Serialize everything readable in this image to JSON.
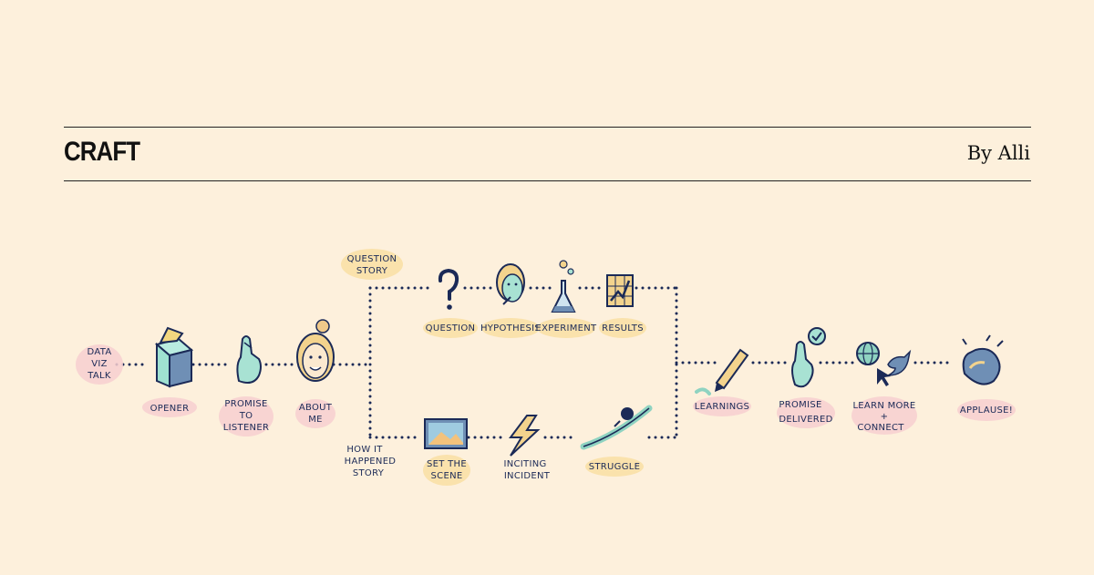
{
  "header": {
    "section_title": "CRAFT",
    "byline": "By Alli"
  },
  "diagram": {
    "start_label": [
      "DATA",
      "VIZ",
      "TALK"
    ],
    "intro_steps": [
      {
        "lines": [
          "OPENER"
        ],
        "icon": "box-icon"
      },
      {
        "lines": [
          "PROMISE",
          "TO",
          "LISTENER"
        ],
        "icon": "crossed-fingers-hand-icon"
      },
      {
        "lines": [
          "ABOUT",
          "ME"
        ],
        "icon": "woman-face-icon"
      }
    ],
    "question_story": {
      "label": [
        "QUESTION",
        "STORY"
      ],
      "steps": [
        {
          "lines": [
            "QUESTION"
          ],
          "icon": "question-mark-icon"
        },
        {
          "lines": [
            "HYPOTHESIS"
          ],
          "icon": "thinking-face-icon"
        },
        {
          "lines": [
            "EXPERIMENT"
          ],
          "icon": "flask-icon"
        },
        {
          "lines": [
            "RESULTS"
          ],
          "icon": "chart-board-icon"
        }
      ]
    },
    "how_it_happened_story": {
      "label": [
        "HOW IT",
        "HAPPENED",
        "STORY"
      ],
      "steps": [
        {
          "lines": [
            "SET THE",
            "SCENE"
          ],
          "icon": "landscape-picture-icon"
        },
        {
          "lines": [
            "INCITING",
            "INCIDENT"
          ],
          "icon": "lightning-bolt-icon"
        },
        {
          "lines": [
            "STRUGGLE"
          ],
          "icon": "boulder-hill-icon"
        }
      ]
    },
    "outro_steps": [
      {
        "lines": [
          "LEARNINGS"
        ],
        "icon": "pencil-icon"
      },
      {
        "lines": [
          "PROMISE",
          "DELIVERED"
        ],
        "icon": "hand-checkmark-icon"
      },
      {
        "lines": [
          "LEARN MORE",
          "+",
          "CONNECT"
        ],
        "icon": "globe-cursor-bird-icon"
      },
      {
        "lines": [
          "APPLAUSE!"
        ],
        "icon": "clapping-hand-icon"
      }
    ],
    "colors": {
      "ink": "#1b2a57",
      "background": "#fdf0dc",
      "label_pink": "#f7cfd0",
      "label_yellow": "#f9e0a6",
      "teal": "#8fd3c1"
    }
  }
}
